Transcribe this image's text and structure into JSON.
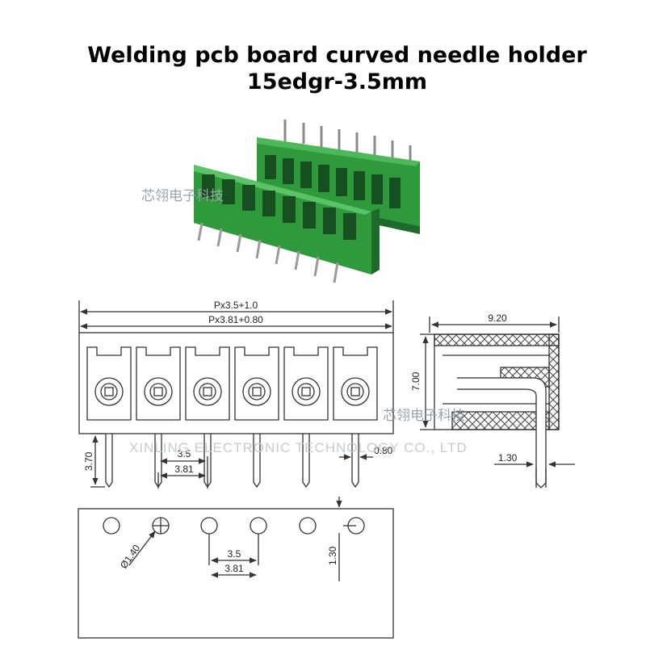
{
  "title": {
    "line1": "Welding pcb board curved needle holder",
    "line2": "15edgr-3.5mm"
  },
  "watermark": {
    "cn": "芯翎电子科技",
    "en": "XINLING ELECTRONIC TECHNOLOGY CO., LTD"
  },
  "dimensions": {
    "overall_35": "Px3.5+1.0",
    "overall_381": "Px3.81+0.80",
    "pin_length": "3.70",
    "pitch_35": "3.5",
    "pitch_381": "3.81",
    "pin_width": "0.80",
    "side_width": "9.20",
    "side_height": "7.00",
    "side_offset": "1.30",
    "hole_dia": "Ø1.40",
    "hole_pitch_35": "3.5",
    "hole_pitch_381": "3.81",
    "hole_offset": "1.30"
  },
  "colors": {
    "connector_green": "#2f9a3c",
    "connector_dark": "#1d6b2a",
    "line": "#333333",
    "watermark": "#9aa3a8"
  }
}
